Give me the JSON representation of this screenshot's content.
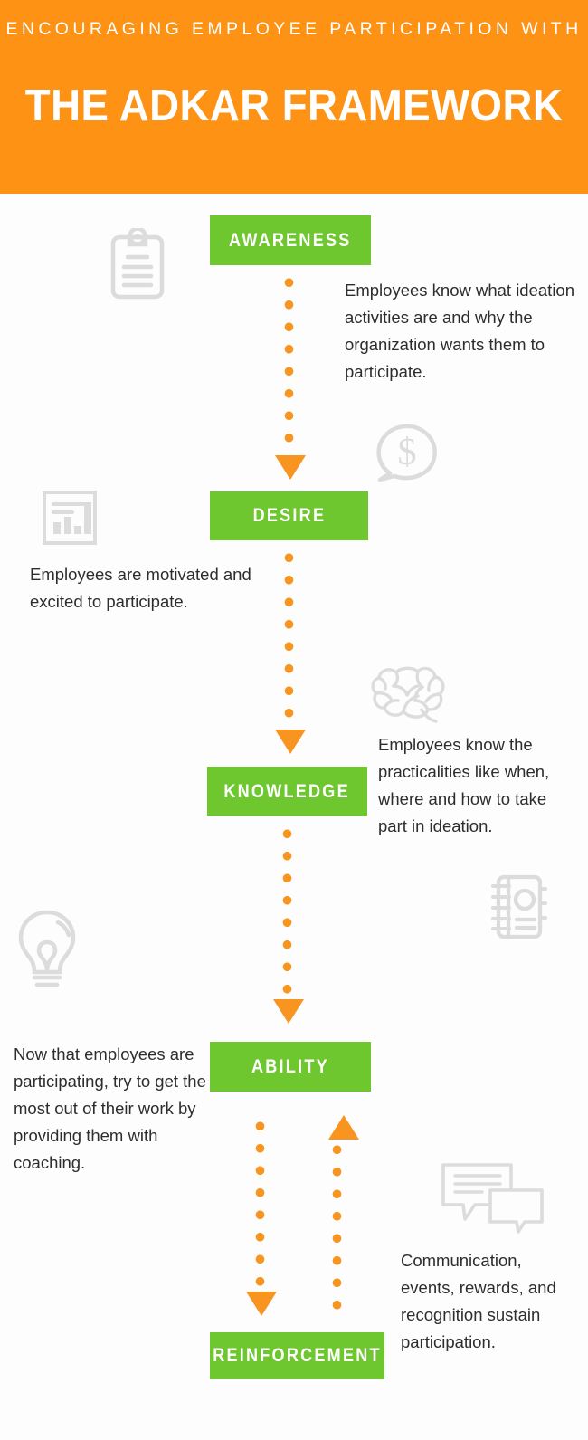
{
  "header": {
    "kicker": "ENCOURAGING EMPLOYEE PARTICIPATION WITH",
    "title": "THE ADKAR FRAMEWORK",
    "bg_color": "#fd9214",
    "text_color": "#ffffff"
  },
  "theme": {
    "green": "#6ec72e",
    "orange": "#f89520",
    "header_orange": "#fd9214",
    "body_text": "#2d2d2d",
    "icon_gray": "#d8d8d8",
    "page_bg": "#fdfdfd"
  },
  "stages": [
    {
      "key": "awareness",
      "label": "AWARENESS",
      "description": "Employees know what ideation activities are and why the organization wants them to participate.",
      "description_side": "right"
    },
    {
      "key": "desire",
      "label": "DESIRE",
      "description": "Employees are motivated and excited to participate.",
      "description_side": "left"
    },
    {
      "key": "knowledge",
      "label": "KNOWLEDGE",
      "description": "Employees know the practicalities like when, where and how to take part in ideation.",
      "description_side": "right"
    },
    {
      "key": "ability",
      "label": "ABILITY",
      "description": "Now that employees are participating, try to get the most out of their work by providing them with coaching.",
      "description_side": "left"
    },
    {
      "key": "reinforcement",
      "label": "REINFORCEMENT",
      "description": "Communication, events, rewards, and recognition sustain participation.",
      "description_side": "right"
    }
  ],
  "connectors": [
    {
      "from": "awareness",
      "to": "desire",
      "direction": "down",
      "style": "dotted"
    },
    {
      "from": "desire",
      "to": "knowledge",
      "direction": "down",
      "style": "dotted"
    },
    {
      "from": "knowledge",
      "to": "ability",
      "direction": "down",
      "style": "dotted"
    },
    {
      "from": "ability",
      "to": "reinforcement",
      "direction": "down",
      "style": "dotted"
    },
    {
      "from": "reinforcement",
      "to": "ability",
      "direction": "up",
      "style": "dotted"
    }
  ],
  "icons": [
    {
      "name": "clipboard-icon",
      "near": "awareness"
    },
    {
      "name": "money-speech-bubble-icon",
      "near": "awareness"
    },
    {
      "name": "bar-chart-report-icon",
      "near": "desire"
    },
    {
      "name": "brain-icon",
      "near": "knowledge"
    },
    {
      "name": "address-book-icon",
      "near": "knowledge"
    },
    {
      "name": "lightbulb-icon",
      "near": "ability"
    },
    {
      "name": "chat-bubbles-icon",
      "near": "reinforcement"
    }
  ]
}
